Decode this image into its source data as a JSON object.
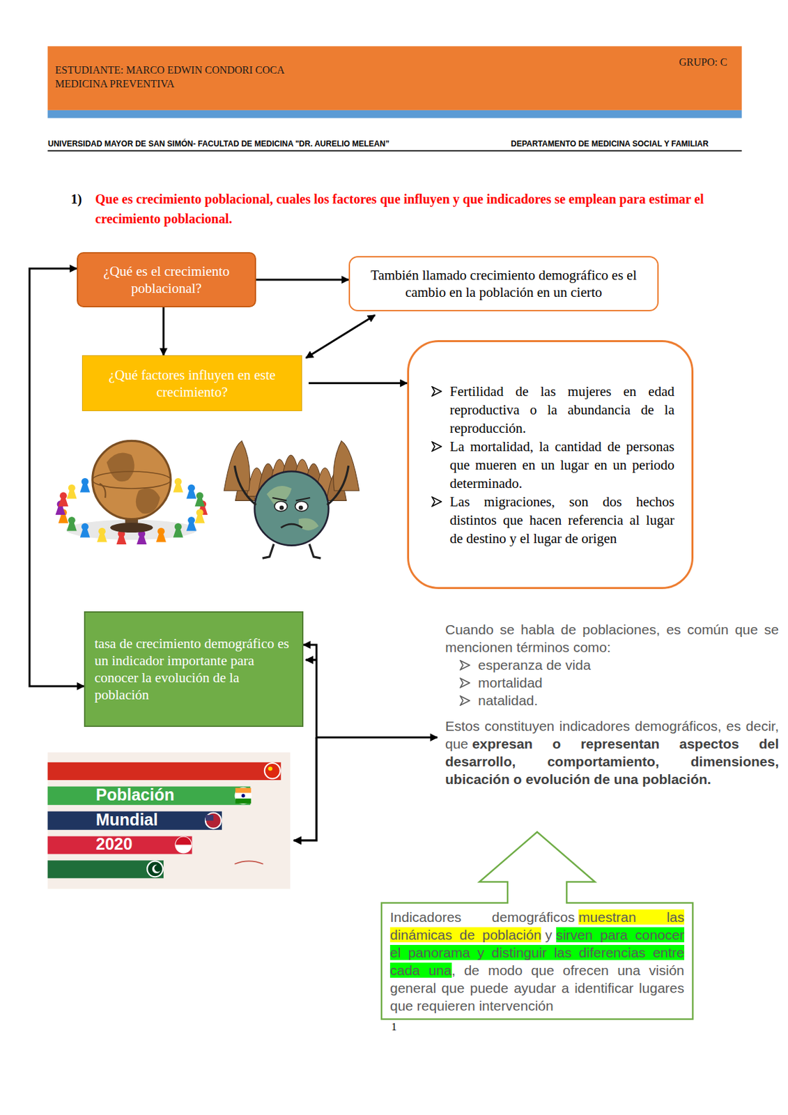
{
  "diagram": {
    "title": "Que es crecimiento poblacional, cuales los factores que influyen y que indicadores se emplean para estimar el crecimiento poblacional.",
    "nodes": [
      {
        "text": [
          "¿Qué es el crecimiento poblacional?"
        ]
      },
      {
        "text": [
          "También llamado crecimiento demográfico es el cambio en la población en un cierto"
        ]
      },
      {
        "text": [
          "¿Qué factores influyen en este crecimiento?"
        ]
      },
      {
        "text": [
          "Fertilidad de las mujeres en edad reproductiva o la abundancia de la reproducción.",
          "La mortalidad, la cantidad de personas que mueren en un lugar en un periodo determinado.",
          "Las migraciones, son dos hechos distintos que hacen referencia al lugar de destino y el lugar de origen"
        ]
      },
      {
        "text": [
          "tasa de crecimiento demográfico es un indicador importante para conocer la evolución de la población"
        ]
      },
      {
        "text": [
          "Cuando se habla de poblaciones, es común que se mencionen términos como:",
          "esperanza de vida",
          "mortalidad",
          "natalidad.",
          "Estos constituyen indicadores demográficos, es decir, que",
          "expresan o representan aspectos del desarrollo, comportamiento, dimensiones, ubicación o evolución de una población."
        ]
      },
      {
        "text": [
          "Indicadores demográficos",
          "muestran las dinámicas de población",
          "y",
          "sirven para conocer el panorama y distinguir las diferencias entre cada una",
          ", de modo que ofrecen una visión general que puede ayudar a identificar lugares que requieren intervención"
        ]
      }
    ],
    "edges": [
      {
        "from": 0,
        "to": 4,
        "arrow": "both"
      },
      {
        "from": 0,
        "to": 1,
        "arrow": "to"
      },
      {
        "from": 0,
        "to": 2,
        "arrow": "to"
      },
      {
        "from": 2,
        "to": 1,
        "arrow": "both"
      },
      {
        "from": 2,
        "to": 3,
        "arrow": "to"
      },
      {
        "from": 4,
        "to": 5,
        "arrow": "both"
      }
    ],
    "labels": [
      "ESTUDIANTE: MARCO EDWIN CONDORI COCA",
      "MEDICINA PREVENTIVA",
      "GRUPO: C",
      "UNIVERSIDAD MAYOR DE SAN SIMÓN- FACULTAD DE MEDICINA \"DR. AURELIO MELEAN”",
      "DEPARTAMENTO DE MEDICINA SOCIAL Y FAMILIAR",
      "1)",
      "Población",
      "Mundial",
      "2020",
      "1"
    ]
  }
}
